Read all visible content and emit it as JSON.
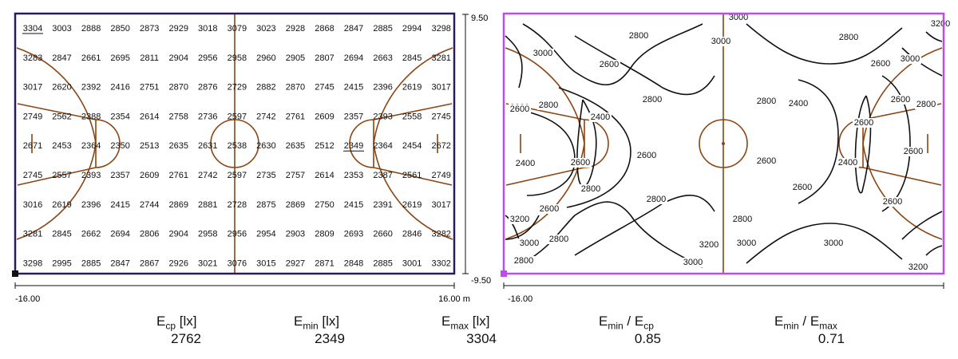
{
  "left_plan": {
    "frame_color": "#2a1a5e",
    "court_line_color": "#8b4513",
    "grid_values": [
      [
        3304,
        3003,
        2888,
        2850,
        2873,
        2929,
        3018,
        3079,
        3023,
        2928,
        2868,
        2847,
        2885,
        2994,
        3298
      ],
      [
        3283,
        2847,
        2661,
        2695,
        2811,
        2904,
        2956,
        2958,
        2960,
        2905,
        2807,
        2694,
        2663,
        2845,
        3281
      ],
      [
        3017,
        2620,
        2392,
        2416,
        2751,
        2870,
        2876,
        2729,
        2882,
        2870,
        2745,
        2415,
        2396,
        2619,
        3017
      ],
      [
        2749,
        2562,
        2388,
        2354,
        2614,
        2758,
        2736,
        2597,
        2742,
        2761,
        2609,
        2357,
        2393,
        2558,
        2745
      ],
      [
        2671,
        2453,
        2364,
        2350,
        2513,
        2635,
        2631,
        2538,
        2630,
        2635,
        2512,
        2349,
        2364,
        2454,
        2672
      ],
      [
        2745,
        2557,
        2393,
        2357,
        2609,
        2761,
        2742,
        2597,
        2735,
        2757,
        2614,
        2353,
        2387,
        2561,
        2749
      ],
      [
        3016,
        2619,
        2396,
        2415,
        2744,
        2869,
        2881,
        2728,
        2875,
        2869,
        2750,
        2415,
        2391,
        2619,
        3017
      ],
      [
        3281,
        2845,
        2662,
        2694,
        2806,
        2904,
        2958,
        2956,
        2954,
        2903,
        2809,
        2693,
        2660,
        2846,
        3282
      ],
      [
        3298,
        2995,
        2885,
        2847,
        2867,
        2926,
        3021,
        3076,
        3015,
        2927,
        2871,
        2848,
        2885,
        3001,
        3302
      ]
    ],
    "max_marker": "3304",
    "min_marker": "2349",
    "y_top_label": "9.50",
    "y_bottom_label": "-9.50",
    "x_left_label": "-16.00",
    "x_right_label": "16.00 m"
  },
  "right_plan": {
    "frame_color": "#b84fe8",
    "contour_color": "#111111",
    "court_line_color": "#8b4513",
    "contour_labels": [
      "3000",
      "3200",
      "2800",
      "3000",
      "3000",
      "2800",
      "2600",
      "2600",
      "3000",
      "3200",
      "2600",
      "2800",
      "2800",
      "2600",
      "2800",
      "2400",
      "2400",
      "2600",
      "2600",
      "2600",
      "2400",
      "2800",
      "2600",
      "2600",
      "2400",
      "2600",
      "2800",
      "2600",
      "2800",
      "2800",
      "2600",
      "3000",
      "3200",
      "2800",
      "3000",
      "3200",
      "2800",
      "3000",
      "3000",
      "3200"
    ],
    "x_left_label": "-16.00"
  },
  "stats": [
    {
      "symbol": "E",
      "sub": "cp",
      "unit": "[lx]",
      "value": "2762"
    },
    {
      "symbol": "E",
      "sub": "min",
      "unit": "[lx]",
      "value": "2349"
    },
    {
      "symbol": "E",
      "sub": "max",
      "unit": "[lx]",
      "value": "3304"
    },
    {
      "symbol": "E",
      "sub": "min",
      "mid": " / E",
      "sub2": "cp",
      "unit": "",
      "value": "0.85"
    },
    {
      "symbol": "E",
      "sub": "min",
      "mid": " / E",
      "sub2": "max",
      "unit": "",
      "value": "0.71"
    }
  ]
}
